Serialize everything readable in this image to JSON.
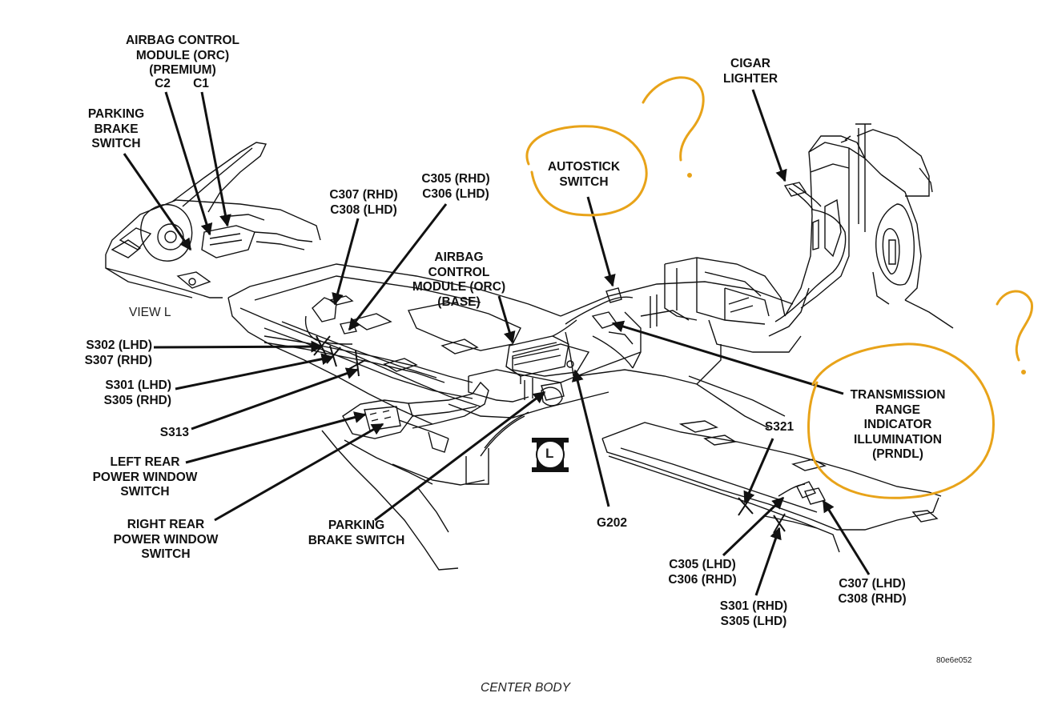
{
  "labels": {
    "airbag_premium": "AIRBAG CONTROL\nMODULE (ORC)\n(PREMIUM)",
    "c2": "C2",
    "c1": "C1",
    "parking_brake_switch_top": "PARKING\nBRAKE\nSWITCH",
    "view_l": "VIEW L",
    "c307_c308_rhd_lhd": "C307 (RHD)\nC308 (LHD)",
    "c305_c306_rhd_lhd": "C305 (RHD)\nC306 (LHD)",
    "autostick_switch": "AUTOSTICK\nSWITCH",
    "cigar_lighter": "CIGAR\nLIGHTER",
    "airbag_base": "AIRBAG\nCONTROL\nMODULE (ORC)\n(BASE)",
    "s302_s307": "S302 (LHD)\nS307 (RHD)",
    "s301_s305_left": "S301 (LHD)\nS305 (RHD)",
    "s313": "S313",
    "left_rear_window": "LEFT REAR\nPOWER WINDOW\nSWITCH",
    "right_rear_window": "RIGHT REAR\nPOWER WINDOW\nSWITCH",
    "parking_brake_switch_bottom": "PARKING\nBRAKE SWITCH",
    "g202": "G202",
    "transmission_prndl": "TRANSMISSION\nRANGE\nINDICATOR\nILLUMINATION\n(PRNDL)",
    "s321": "S321",
    "c305_c306_lhd_rhd": "C305 (LHD)\nC306 (RHD)",
    "s301_s305_right": "S301 (RHD)\nS305 (LHD)",
    "c307_c308_lhd_rhd": "C307 (LHD)\nC308 (RHD)",
    "view_marker": "L",
    "figure_code": "80e6e052",
    "caption": "CENTER BODY"
  },
  "annotation_color": "#E8A319",
  "line_color": "#111111"
}
